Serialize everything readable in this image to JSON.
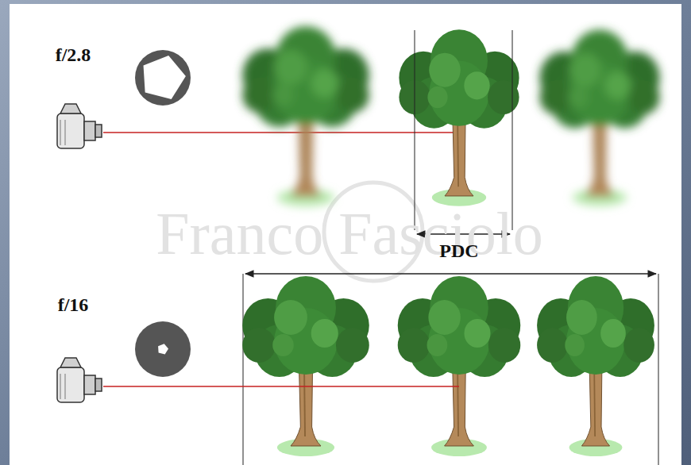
{
  "diagram": {
    "labels": [
      "f/2.8",
      "Franco Fasciolo",
      "PDC",
      "f/16"
    ]
  }
}
